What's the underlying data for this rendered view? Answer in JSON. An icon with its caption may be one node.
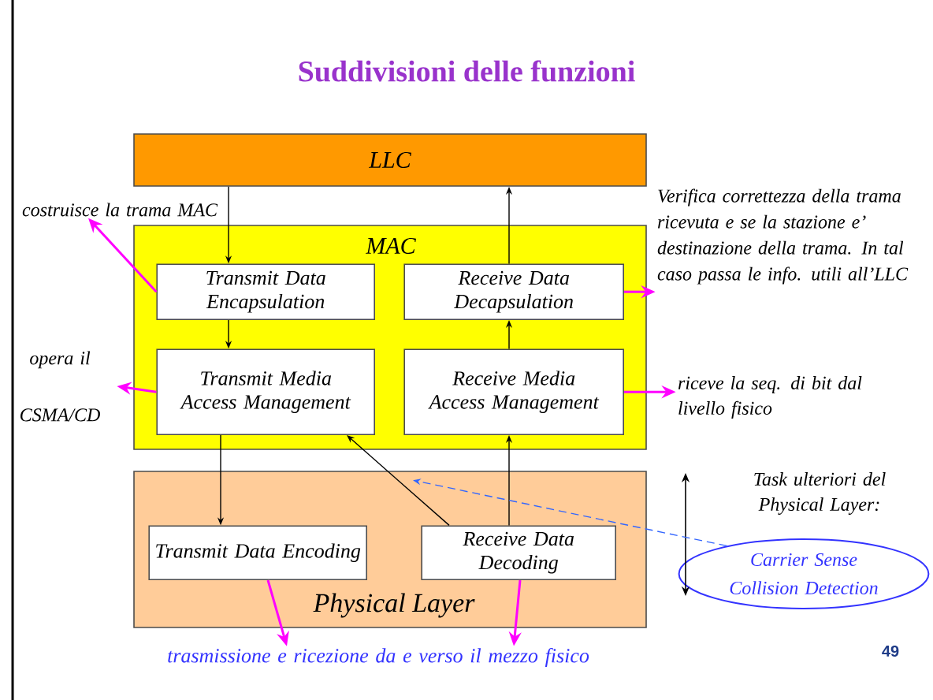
{
  "diagram": {
    "title": "Suddivisioni delle funzioni",
    "nodes": [
      {
        "text": [
          "LLC"
        ]
      },
      {
        "text": [
          "MAC"
        ]
      },
      {
        "text": [
          "Transmit Data Encapsulation"
        ],
        "in": 1
      },
      {
        "text": [
          "Receive Data Decapsulation"
        ],
        "in": 1
      },
      {
        "text": [
          "Transmit Media Access Management"
        ],
        "in": 1
      },
      {
        "text": [
          "Receive Media Access Management"
        ],
        "in": 1
      },
      {
        "text": [
          "Physical Layer"
        ]
      },
      {
        "text": [
          "Transmit Data Encoding"
        ],
        "in": 6
      },
      {
        "text": [
          "Receive Data Decoding"
        ],
        "in": 6
      },
      {
        "text": [
          "costruisce la trama MAC"
        ]
      },
      {
        "text": [
          "opera il CSMA/CD"
        ]
      },
      {
        "text": [
          "Verifica correttezza della trama ricevuta e se la stazione e’ destinazione della trama. In tal caso passa le info. utili all’LLC"
        ]
      },
      {
        "text": [
          "riceve la seq. di bit dal livello fisico"
        ]
      },
      {
        "text": [
          "trasmissione e ricezione da e verso il mezzo fisico"
        ]
      },
      {
        "text": [
          "Task ulteriori del Physical Layer:"
        ]
      },
      {
        "text": [
          "Carrier Sense Collision Detection"
        ]
      }
    ],
    "edges": [
      {
        "from": 0,
        "to": 2,
        "arrow": "to"
      },
      {
        "from": 2,
        "to": 4,
        "arrow": "to"
      },
      {
        "from": 4,
        "to": 7,
        "arrow": "to"
      },
      {
        "from": 8,
        "to": 5,
        "arrow": "to"
      },
      {
        "from": 5,
        "to": 3,
        "arrow": "to"
      },
      {
        "from": 3,
        "to": 0,
        "arrow": "to"
      },
      {
        "from": 8,
        "to": 4,
        "arrow": "to"
      },
      {
        "from": 2,
        "to": 9,
        "arrow": "to",
        "color": "#ff00ff"
      },
      {
        "from": 4,
        "to": 10,
        "arrow": "to",
        "color": "#ff00ff"
      },
      {
        "from": 3,
        "to": 11,
        "arrow": "to",
        "color": "#ff00ff"
      },
      {
        "from": 5,
        "to": 12,
        "arrow": "to",
        "color": "#ff00ff"
      },
      {
        "from": 7,
        "to": 13,
        "arrow": "to",
        "color": "#ff00ff"
      },
      {
        "from": 8,
        "to": 13,
        "arrow": "to",
        "color": "#ff00ff"
      },
      {
        "from": 15,
        "to": 6,
        "arrow": "to",
        "style": "dashed",
        "color": "#3366ff"
      }
    ],
    "labels": [
      "49"
    ]
  }
}
